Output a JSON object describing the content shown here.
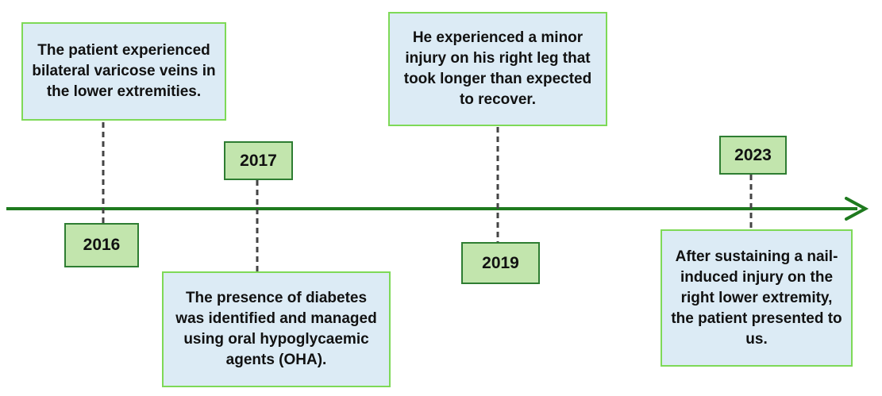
{
  "colors": {
    "axis": "#1e7a1e",
    "connector": "#444444",
    "event_fill": "#dcebf5",
    "event_border": "#7ed957",
    "year_fill": "#c2e5ad",
    "year_border": "#2e7d32"
  },
  "milestones": [
    {
      "year": "2016",
      "text": "The patient experienced bilateral varicose veins in the lower extremities."
    },
    {
      "year": "2017",
      "text": "The presence of diabetes was identified and managed using oral hypoglycaemic agents (OHA)."
    },
    {
      "year": "2019",
      "text": "He experienced a minor injury on his right leg that took longer than expected to recover."
    },
    {
      "year": "2023",
      "text": "After sustaining a nail-induced injury on the right lower extremity, the patient presented to us."
    }
  ]
}
